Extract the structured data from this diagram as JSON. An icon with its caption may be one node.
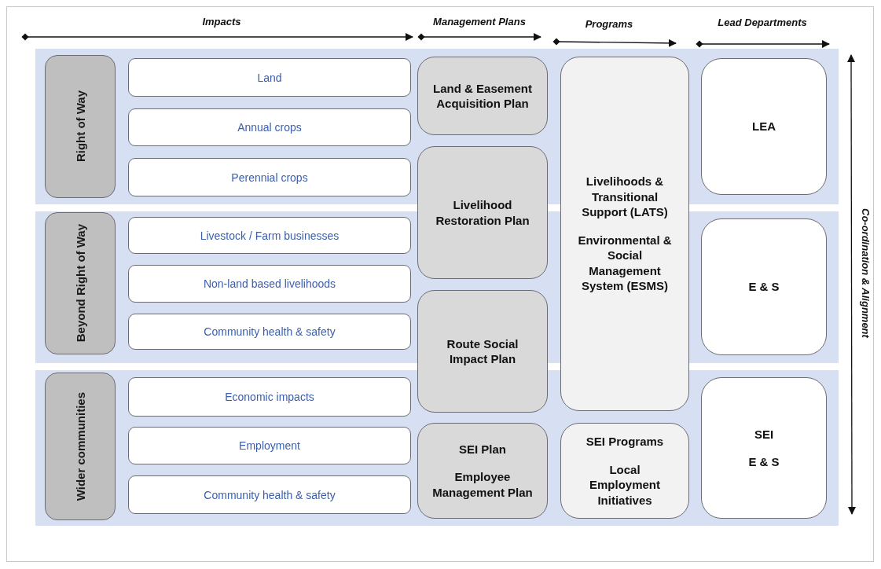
{
  "diagram": {
    "nodes": [
      {
        "text": [
          "Right of Way"
        ]
      },
      {
        "text": [
          "Land"
        ]
      },
      {
        "text": [
          "Annual crops"
        ]
      },
      {
        "text": [
          "Perennial crops"
        ]
      },
      {
        "text": [
          "Beyond Right of Way"
        ]
      },
      {
        "text": [
          "Livestock / Farm businesses"
        ]
      },
      {
        "text": [
          "Non-land based livelihoods"
        ]
      },
      {
        "text": [
          "Community health & safety"
        ]
      },
      {
        "text": [
          "Wider communities"
        ]
      },
      {
        "text": [
          "Economic impacts"
        ]
      },
      {
        "text": [
          "Employment"
        ]
      },
      {
        "text": [
          "Community health & safety"
        ]
      },
      {
        "text": [
          "Land & Easement Acquisition Plan"
        ]
      },
      {
        "text": [
          "Livelihood Restoration Plan"
        ]
      },
      {
        "text": [
          "Route Social Impact Plan"
        ]
      },
      {
        "text": [
          "SEI Plan",
          "Employee Management Plan"
        ]
      },
      {
        "text": [
          "Livelihoods & Transitional Support (LATS)",
          "Environmental & Social Management System (ESMS)"
        ]
      },
      {
        "text": [
          "SEI Programs",
          "Local Employment Initiatives"
        ]
      },
      {
        "text": [
          "LEA"
        ]
      },
      {
        "text": [
          "E & S"
        ]
      },
      {
        "text": [
          "SEI",
          "E & S"
        ]
      }
    ],
    "edges": [],
    "labels": [
      "Impacts",
      "Management Plans",
      "Programs",
      "Lead Departments",
      "Co-ordination & Alignment"
    ]
  }
}
